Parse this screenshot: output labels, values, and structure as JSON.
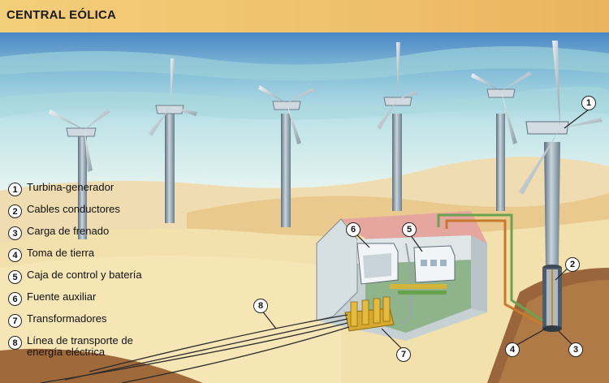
{
  "title": "CENTRAL EÓLICA",
  "legend": [
    {
      "num": "1",
      "text": "Turbina-generador"
    },
    {
      "num": "2",
      "text": "Cables conductores"
    },
    {
      "num": "3",
      "text": "Carga de frenado"
    },
    {
      "num": "4",
      "text": "Toma de tierra"
    },
    {
      "num": "5",
      "text": "Caja de control y batería"
    },
    {
      "num": "6",
      "text": "Fuente auxiliar"
    },
    {
      "num": "7",
      "text": "Transformadores"
    },
    {
      "num": "8",
      "text": "Línea de transporte de energía eléctrica"
    }
  ],
  "callouts": [
    "1",
    "2",
    "3",
    "4",
    "5",
    "6",
    "7",
    "8"
  ],
  "colors": {
    "header": "#efc06a",
    "sky_top": "#4f8fc9",
    "sand": "#f2dca0",
    "brown": "#9e6a3a"
  }
}
